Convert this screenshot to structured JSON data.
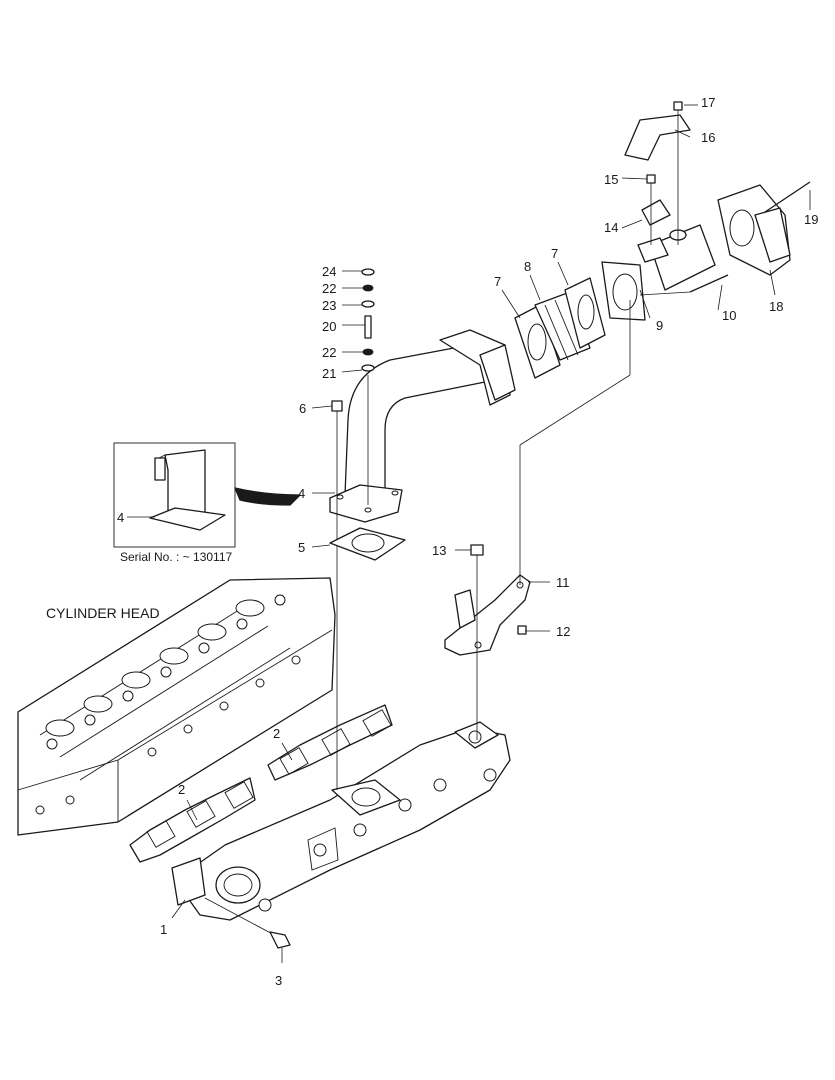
{
  "labels": {
    "cylinder_head": "CYLINDER HEAD",
    "serial_note": "Serial No. : ~ 130117"
  },
  "callouts": {
    "c1": "1",
    "c2a": "2",
    "c2b": "2",
    "c3": "3",
    "c4main": "4",
    "c4inset": "4",
    "c5": "5",
    "c6": "6",
    "c7a": "7",
    "c7b": "7",
    "c8": "8",
    "c9": "9",
    "c10": "10",
    "c11": "11",
    "c12": "12",
    "c13": "13",
    "c14": "14",
    "c15": "15",
    "c16": "16",
    "c17": "17",
    "c18": "18",
    "c19": "19",
    "c20": "20",
    "c21": "21",
    "c22a": "22",
    "c22b": "22",
    "c23": "23",
    "c24": "24"
  }
}
